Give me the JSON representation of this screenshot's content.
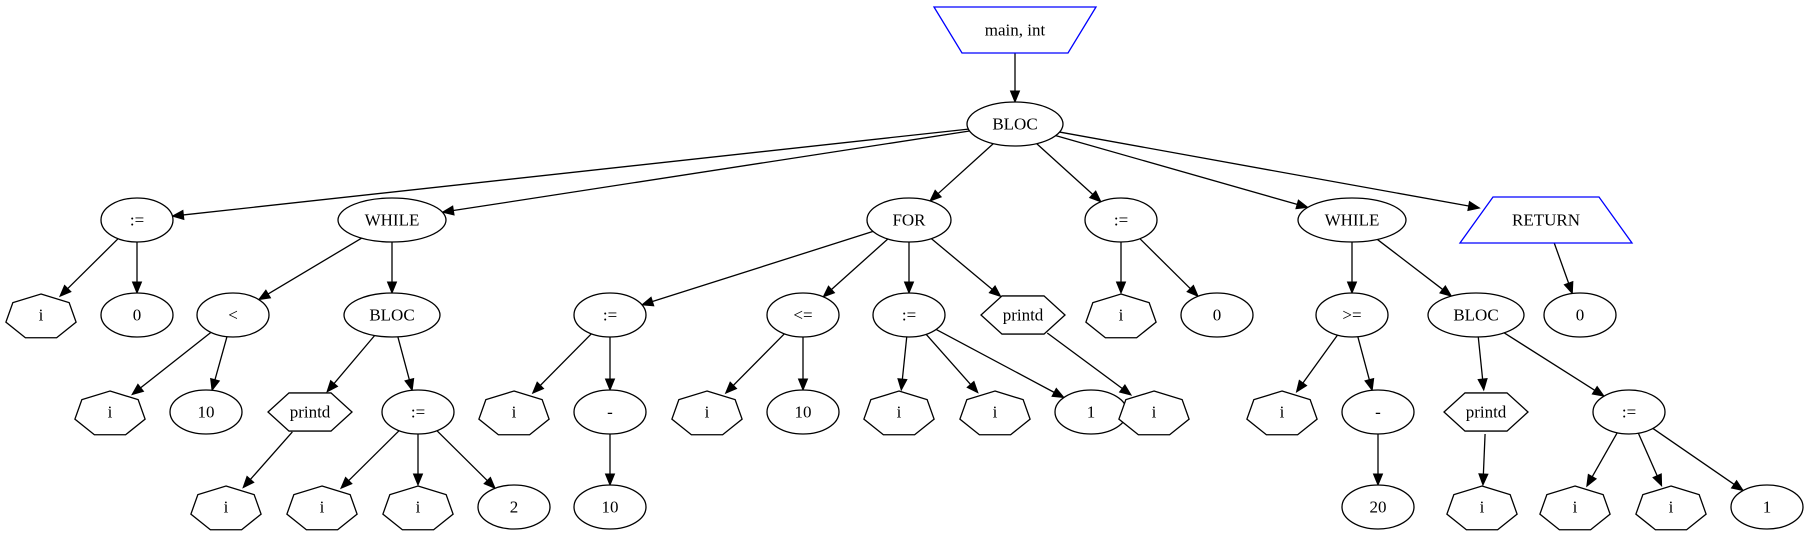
{
  "colors": {
    "background": "#ffffff",
    "stroke": "#000000",
    "accent": "#0000ff"
  },
  "nodes": [
    {
      "id": "n1",
      "label": "main, int",
      "shape": "invtrapezium",
      "color": "#0000ff"
    },
    {
      "id": "n2",
      "label": "BLOC",
      "shape": "ellipse"
    },
    {
      "id": "n3",
      "label": ":=",
      "shape": "ellipse"
    },
    {
      "id": "n4",
      "label": "i",
      "shape": "septagon"
    },
    {
      "id": "n5",
      "label": "0",
      "shape": "ellipse"
    },
    {
      "id": "n6",
      "label": "WHILE",
      "shape": "ellipse"
    },
    {
      "id": "n7",
      "label": "<",
      "shape": "ellipse"
    },
    {
      "id": "n8",
      "label": "i",
      "shape": "septagon"
    },
    {
      "id": "n9",
      "label": "10",
      "shape": "ellipse"
    },
    {
      "id": "n10",
      "label": "BLOC",
      "shape": "ellipse"
    },
    {
      "id": "n11",
      "label": "printd",
      "shape": "hexagon"
    },
    {
      "id": "n12",
      "label": "i",
      "shape": "septagon"
    },
    {
      "id": "n13",
      "label": ":=",
      "shape": "ellipse"
    },
    {
      "id": "n14",
      "label": "i",
      "shape": "septagon"
    },
    {
      "id": "n15",
      "label": "i",
      "shape": "septagon"
    },
    {
      "id": "n16",
      "label": "2",
      "shape": "ellipse"
    },
    {
      "id": "n17",
      "label": "FOR",
      "shape": "ellipse"
    },
    {
      "id": "n18",
      "label": ":=",
      "shape": "ellipse"
    },
    {
      "id": "n19",
      "label": "i",
      "shape": "septagon"
    },
    {
      "id": "n20",
      "label": "-",
      "shape": "ellipse"
    },
    {
      "id": "n21",
      "label": "10",
      "shape": "ellipse"
    },
    {
      "id": "n22",
      "label": "<=",
      "shape": "ellipse"
    },
    {
      "id": "n23",
      "label": "i",
      "shape": "septagon"
    },
    {
      "id": "n24",
      "label": "10",
      "shape": "ellipse"
    },
    {
      "id": "n25",
      "label": ":=",
      "shape": "ellipse"
    },
    {
      "id": "n26",
      "label": "i",
      "shape": "septagon"
    },
    {
      "id": "n27",
      "label": "i",
      "shape": "septagon"
    },
    {
      "id": "n28",
      "label": "1",
      "shape": "ellipse"
    },
    {
      "id": "n29",
      "label": "printd",
      "shape": "hexagon"
    },
    {
      "id": "n30",
      "label": "i",
      "shape": "septagon"
    },
    {
      "id": "n31",
      "label": ":=",
      "shape": "ellipse"
    },
    {
      "id": "n32",
      "label": "i",
      "shape": "septagon"
    },
    {
      "id": "n33",
      "label": "0",
      "shape": "ellipse"
    },
    {
      "id": "n34",
      "label": "WHILE",
      "shape": "ellipse"
    },
    {
      "id": "n35",
      "label": ">=",
      "shape": "ellipse"
    },
    {
      "id": "n36",
      "label": "i",
      "shape": "septagon"
    },
    {
      "id": "n37",
      "label": "-",
      "shape": "ellipse"
    },
    {
      "id": "n38",
      "label": "20",
      "shape": "ellipse"
    },
    {
      "id": "n39",
      "label": "BLOC",
      "shape": "ellipse"
    },
    {
      "id": "n40",
      "label": "printd",
      "shape": "hexagon"
    },
    {
      "id": "n41",
      "label": "i",
      "shape": "septagon"
    },
    {
      "id": "n42",
      "label": ":=",
      "shape": "ellipse"
    },
    {
      "id": "n43",
      "label": "i",
      "shape": "septagon"
    },
    {
      "id": "n44",
      "label": "i",
      "shape": "septagon"
    },
    {
      "id": "n45",
      "label": "1",
      "shape": "ellipse"
    },
    {
      "id": "n46",
      "label": "RETURN",
      "shape": "trapezium",
      "color": "#0000ff"
    },
    {
      "id": "n47",
      "label": "0",
      "shape": "ellipse"
    }
  ],
  "edges": [
    [
      "n1",
      "n2"
    ],
    [
      "n2",
      "n3"
    ],
    [
      "n2",
      "n6"
    ],
    [
      "n2",
      "n17"
    ],
    [
      "n2",
      "n31"
    ],
    [
      "n2",
      "n34"
    ],
    [
      "n2",
      "n46"
    ],
    [
      "n3",
      "n4"
    ],
    [
      "n3",
      "n5"
    ],
    [
      "n6",
      "n7"
    ],
    [
      "n6",
      "n10"
    ],
    [
      "n7",
      "n8"
    ],
    [
      "n7",
      "n9"
    ],
    [
      "n10",
      "n11"
    ],
    [
      "n10",
      "n13"
    ],
    [
      "n11",
      "n12"
    ],
    [
      "n13",
      "n14"
    ],
    [
      "n13",
      "n15"
    ],
    [
      "n13",
      "n16"
    ],
    [
      "n17",
      "n18"
    ],
    [
      "n17",
      "n22"
    ],
    [
      "n17",
      "n25"
    ],
    [
      "n17",
      "n29"
    ],
    [
      "n18",
      "n19"
    ],
    [
      "n18",
      "n20"
    ],
    [
      "n20",
      "n21"
    ],
    [
      "n22",
      "n23"
    ],
    [
      "n22",
      "n24"
    ],
    [
      "n25",
      "n26"
    ],
    [
      "n25",
      "n27"
    ],
    [
      "n25",
      "n28"
    ],
    [
      "n29",
      "n30"
    ],
    [
      "n31",
      "n32"
    ],
    [
      "n31",
      "n33"
    ],
    [
      "n34",
      "n35"
    ],
    [
      "n34",
      "n39"
    ],
    [
      "n35",
      "n36"
    ],
    [
      "n35",
      "n37"
    ],
    [
      "n37",
      "n38"
    ],
    [
      "n39",
      "n40"
    ],
    [
      "n39",
      "n42"
    ],
    [
      "n40",
      "n41"
    ],
    [
      "n42",
      "n43"
    ],
    [
      "n42",
      "n44"
    ],
    [
      "n42",
      "n45"
    ],
    [
      "n46",
      "n47"
    ]
  ]
}
